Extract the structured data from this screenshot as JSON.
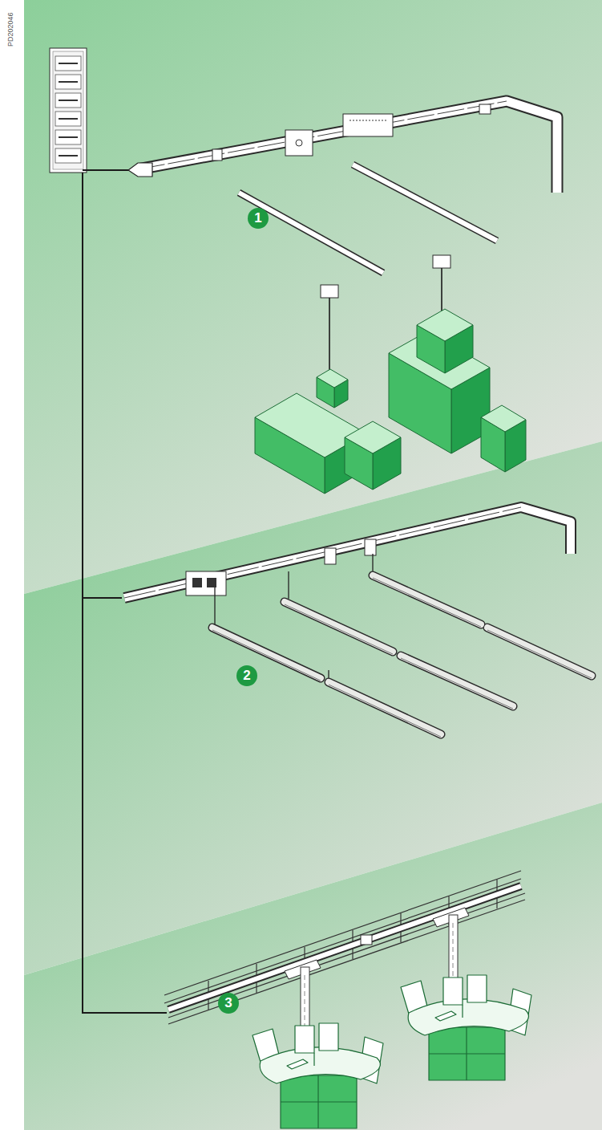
{
  "diagram": {
    "labels": [
      "PD202046",
      "1",
      "2",
      "3"
    ]
  }
}
